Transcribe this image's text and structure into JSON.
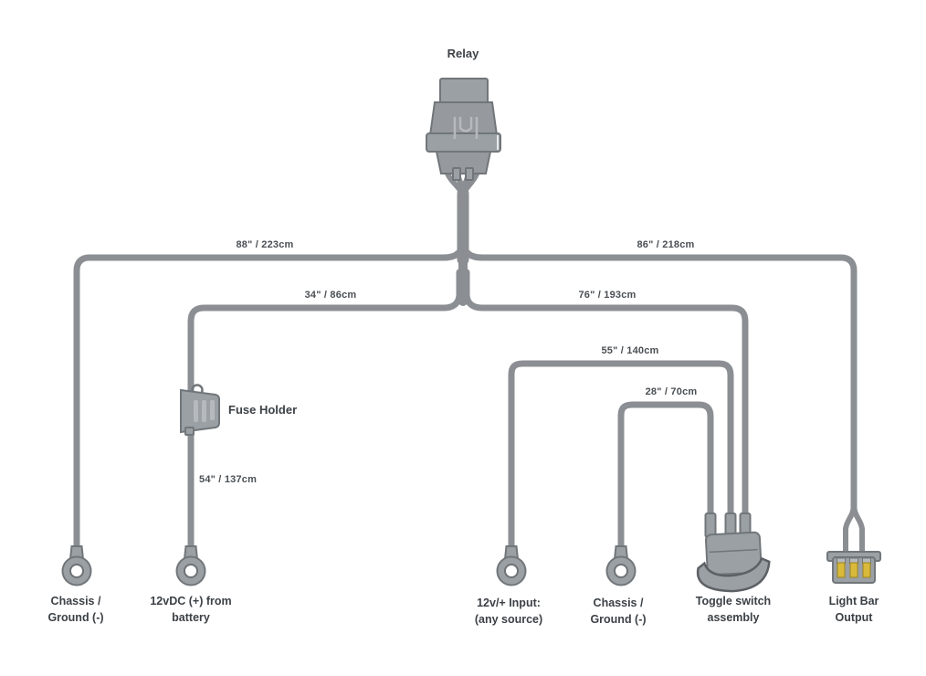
{
  "diagram": {
    "relay_label": "Relay",
    "fuse_label": "Fuse Holder",
    "wire_lengths": {
      "relay_to_ground_left": "88\" / 223cm",
      "relay_to_lightbar": "86\" / 218cm",
      "relay_to_fuse": "34\" / 86cm",
      "relay_to_toggle": "76\" / 193cm",
      "input_to_toggle": "55\" / 140cm",
      "ground_to_toggle": "28\" / 70cm",
      "fuse_to_battery": "54\" / 137cm"
    },
    "endpoints": {
      "ground_left": {
        "line1": "Chassis /",
        "line2": "Ground (-)"
      },
      "battery": {
        "line1": "12vDC (+) from",
        "line2": "battery"
      },
      "aux_input": {
        "line1": "12v/+ Input:",
        "line2": "(any source)"
      },
      "ground_right": {
        "line1": "Chassis /",
        "line2": "Ground (-)"
      },
      "toggle_switch": {
        "line1": "Toggle switch",
        "line2": "assembly"
      },
      "lightbar": {
        "line1": "Light Bar",
        "line2": "Output"
      }
    },
    "colors": {
      "wire": "#8b8f93",
      "component_fill": "#9aa0a4",
      "component_stroke": "#71767a",
      "pin_yellow": "#d9b93a",
      "text": "#3c4146",
      "background": "#ffffff"
    }
  }
}
